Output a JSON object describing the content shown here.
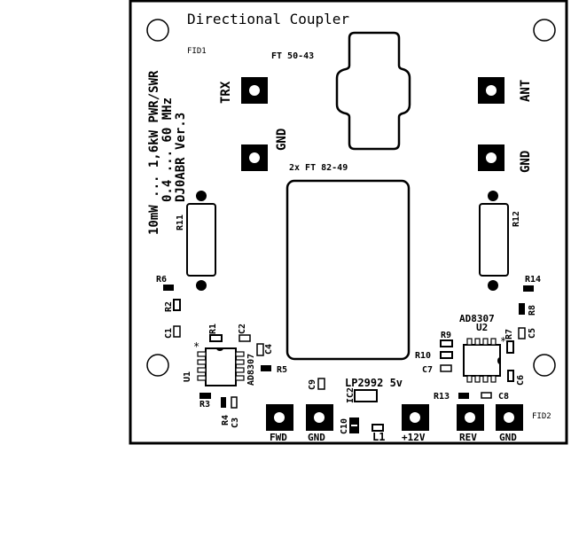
{
  "board": {
    "title": "Directional Coupler",
    "info_lines": [
      "10mW ... 1,6kW PWR/SWR",
      "0.4 ... 60 MHz",
      "DJ0ABR Ver.3"
    ],
    "fiducials": [
      "FID1",
      "FID2"
    ],
    "colors": {
      "ink": "#000000",
      "background": "#ffffff",
      "pad_hole": "#ffffff"
    }
  },
  "transformers": {
    "small_toroid": "FT 50-43",
    "large_toroid": "2x FT 82-49"
  },
  "connectors": {
    "trx": "TRX",
    "gnd_left": "GND",
    "ant": "ANT",
    "gnd_right": "GND",
    "fwd": "FWD",
    "gnd_fwd": "GND",
    "supply": "+12V",
    "rev": "REV",
    "gnd_rev": "GND"
  },
  "components": {
    "r11": "R11",
    "r12": "R12",
    "r6": "R6",
    "r2": "R2",
    "c1": "C1",
    "r1": "R1",
    "c2": "C2",
    "c4": "C4",
    "u1": "U1",
    "u1_part": "AD8307",
    "r5": "R5",
    "r3": "R3",
    "r4": "R4",
    "c3": "C3",
    "c9": "C9",
    "ic2": "IC2",
    "ic2_part": "LP2992 5v",
    "c10": "C10",
    "l1": "L1",
    "r14": "R14",
    "r8": "R8",
    "c5": "C5",
    "r7": "R7",
    "u2": "U2",
    "u2_part": "AD8307",
    "r9": "R9",
    "r10": "R10",
    "c7": "C7",
    "c6": "C6",
    "r13": "R13",
    "c8": "C8",
    "pin1_marker": "*"
  }
}
